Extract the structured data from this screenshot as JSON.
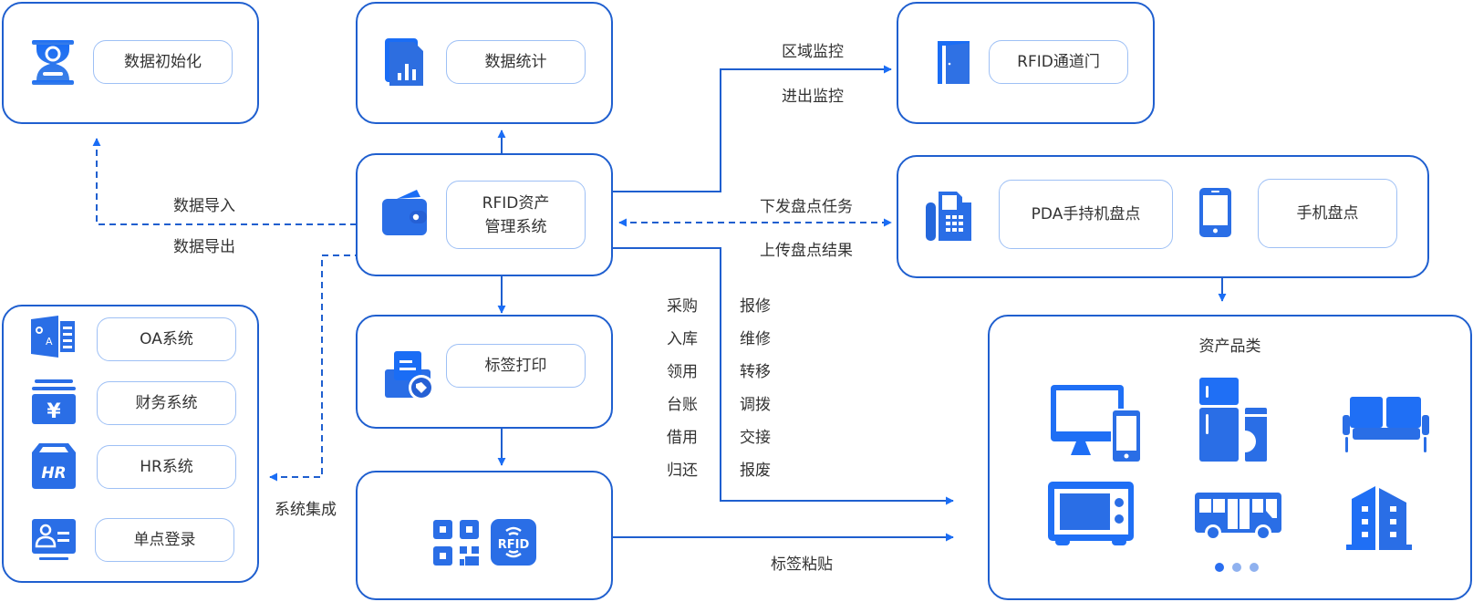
{
  "colors": {
    "primary": "#1f5fcf",
    "accent": "#1a6df5",
    "pill_border": "#9ec0f5",
    "text": "#333333",
    "dot_active": "#2a6ef0",
    "dot_inactive": "#8fb1ef"
  },
  "nodes": {
    "data_init": {
      "label": "数据初始化",
      "icon": "hourglass-refresh-icon"
    },
    "data_stats": {
      "label": "数据统计",
      "icon": "chart-document-icon"
    },
    "rfid_gate": {
      "label": "RFID通道门",
      "icon": "door-icon"
    },
    "rfid_system": {
      "label_line1": "RFID资产",
      "label_line2": "管理系统",
      "icon": "wallet-icon"
    },
    "inventory": {
      "pda": {
        "label": "PDA手持机盘点",
        "icon": "pda-phone-icon"
      },
      "mobile": {
        "label": "手机盘点",
        "icon": "smartphone-icon"
      }
    },
    "integrations": [
      {
        "label": "OA系统",
        "icon": "oa-icon"
      },
      {
        "label": "财务系统",
        "icon": "yuan-finance-icon"
      },
      {
        "label": "HR系统",
        "icon": "hr-icon"
      },
      {
        "label": "单点登录",
        "icon": "id-card-icon"
      }
    ],
    "label_print": {
      "label": "标签打印",
      "icon": "print-tag-icon"
    },
    "tags": {
      "icons": [
        "qr-code-icon",
        "rfid-tag-icon"
      ]
    },
    "asset_categories": {
      "title": "资产品类",
      "icons": [
        "computer-devices-icon",
        "appliances-icon",
        "sofa-icon",
        "microwave-icon",
        "bus-icon",
        "building-icon"
      ],
      "pager": {
        "count": 3,
        "active": 0
      }
    }
  },
  "edges": {
    "import": "数据导入",
    "export": "数据导出",
    "area_monitor": "区域监控",
    "access_monitor": "进出监控",
    "dispatch_task": "下发盘点任务",
    "upload_result": "上传盘点结果",
    "integration": "系统集成",
    "tag_attach": "标签粘贴",
    "lifecycle_left": [
      "采购",
      "入库",
      "领用",
      "台账",
      "借用",
      "归还"
    ],
    "lifecycle_right": [
      "报修",
      "维修",
      "转移",
      "调拨",
      "交接",
      "报废"
    ]
  }
}
